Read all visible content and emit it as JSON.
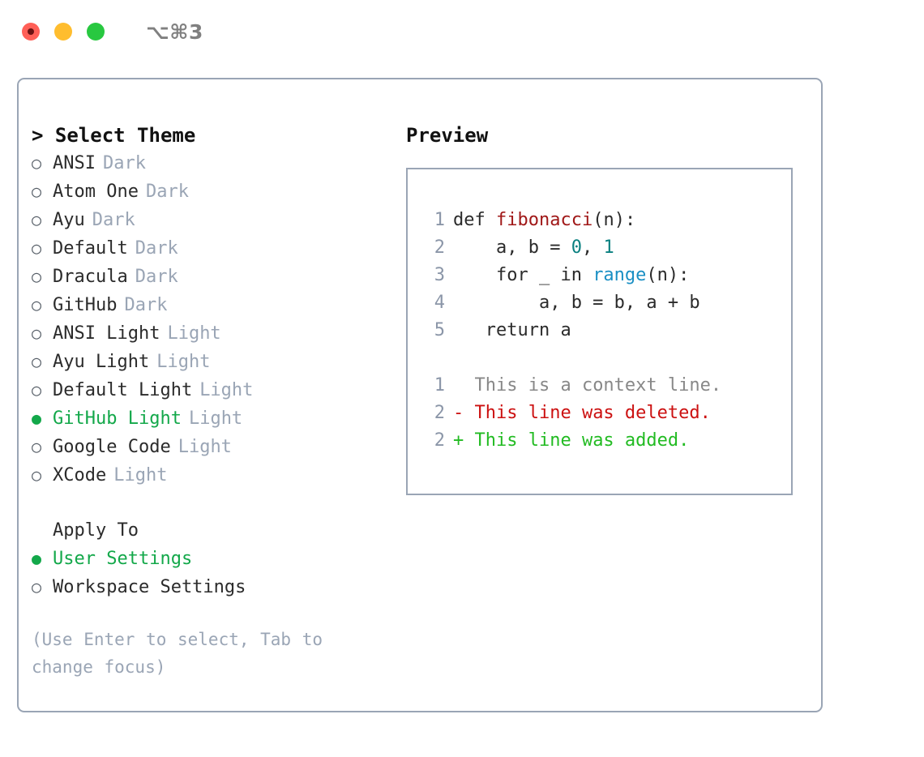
{
  "titlebar": {
    "shortcut": "⌥⌘3",
    "lights": [
      "close",
      "minimize",
      "maximize"
    ]
  },
  "theme_picker": {
    "header": "> Select Theme",
    "items": [
      {
        "bullet": "○",
        "label": "ANSI",
        "badge": "Dark",
        "selected": false
      },
      {
        "bullet": "○",
        "label": "Atom One",
        "badge": "Dark",
        "selected": false
      },
      {
        "bullet": "○",
        "label": "Ayu",
        "badge": "Dark",
        "selected": false
      },
      {
        "bullet": "○",
        "label": "Default",
        "badge": "Dark",
        "selected": false
      },
      {
        "bullet": "○",
        "label": "Dracula",
        "badge": "Dark",
        "selected": false
      },
      {
        "bullet": "○",
        "label": "GitHub",
        "badge": "Dark",
        "selected": false
      },
      {
        "bullet": "○",
        "label": "ANSI Light",
        "badge": "Light",
        "selected": false
      },
      {
        "bullet": "○",
        "label": "Ayu Light",
        "badge": "Light",
        "selected": false
      },
      {
        "bullet": "○",
        "label": "Default Light",
        "badge": "Light",
        "selected": false
      },
      {
        "bullet": "●",
        "label": "GitHub Light",
        "badge": "Light",
        "selected": true
      },
      {
        "bullet": "○",
        "label": "Google Code",
        "badge": "Light",
        "selected": false
      },
      {
        "bullet": "○",
        "label": "XCode",
        "badge": "Light",
        "selected": false
      }
    ]
  },
  "apply_to": {
    "header": "Apply To",
    "items": [
      {
        "bullet": "●",
        "label": "User Settings",
        "selected": true
      },
      {
        "bullet": "○",
        "label": "Workspace Settings",
        "selected": false
      }
    ]
  },
  "hint": "(Use Enter to select, Tab to change focus)",
  "preview": {
    "title": "Preview",
    "code_lines": [
      {
        "no": "1",
        "segments": [
          {
            "text": "def ",
            "tok": "plain"
          },
          {
            "text": "fibonacci",
            "tok": "fn"
          },
          {
            "text": "(n):",
            "tok": "plain"
          }
        ]
      },
      {
        "no": "2",
        "segments": [
          {
            "text": "    a, b = ",
            "tok": "plain"
          },
          {
            "text": "0",
            "tok": "num"
          },
          {
            "text": ", ",
            "tok": "plain"
          },
          {
            "text": "1",
            "tok": "num"
          }
        ]
      },
      {
        "no": "3",
        "segments": [
          {
            "text": "    for _ in ",
            "tok": "plain"
          },
          {
            "text": "range",
            "tok": "call"
          },
          {
            "text": "(n):",
            "tok": "plain"
          }
        ]
      },
      {
        "no": "4",
        "segments": [
          {
            "text": "        a, b = b, a + b",
            "tok": "plain"
          }
        ]
      },
      {
        "no": "5",
        "segments": [
          {
            "text": "   return a",
            "tok": "plain"
          }
        ]
      }
    ],
    "diff_lines": [
      {
        "no": "1",
        "marker": " ",
        "text": " This is a context line.",
        "kind": "ctx"
      },
      {
        "no": "2",
        "marker": "-",
        "text": " This line was deleted.",
        "kind": "del"
      },
      {
        "no": "2",
        "marker": "+",
        "text": " This line was added.",
        "kind": "add"
      }
    ]
  },
  "colors": {
    "border": "#9aa5b5",
    "accent_green": "#13a84a",
    "diff_add": "#22bb22",
    "diff_del": "#cc1111",
    "diff_ctx": "#888888",
    "token_fn": "#a01818",
    "token_num": "#0a8080",
    "token_call": "#1a8fc4",
    "muted": "#9aa5b5",
    "light_close": "#ff5f57",
    "light_minimize": "#ffbd2e",
    "light_maximize": "#28c840"
  }
}
